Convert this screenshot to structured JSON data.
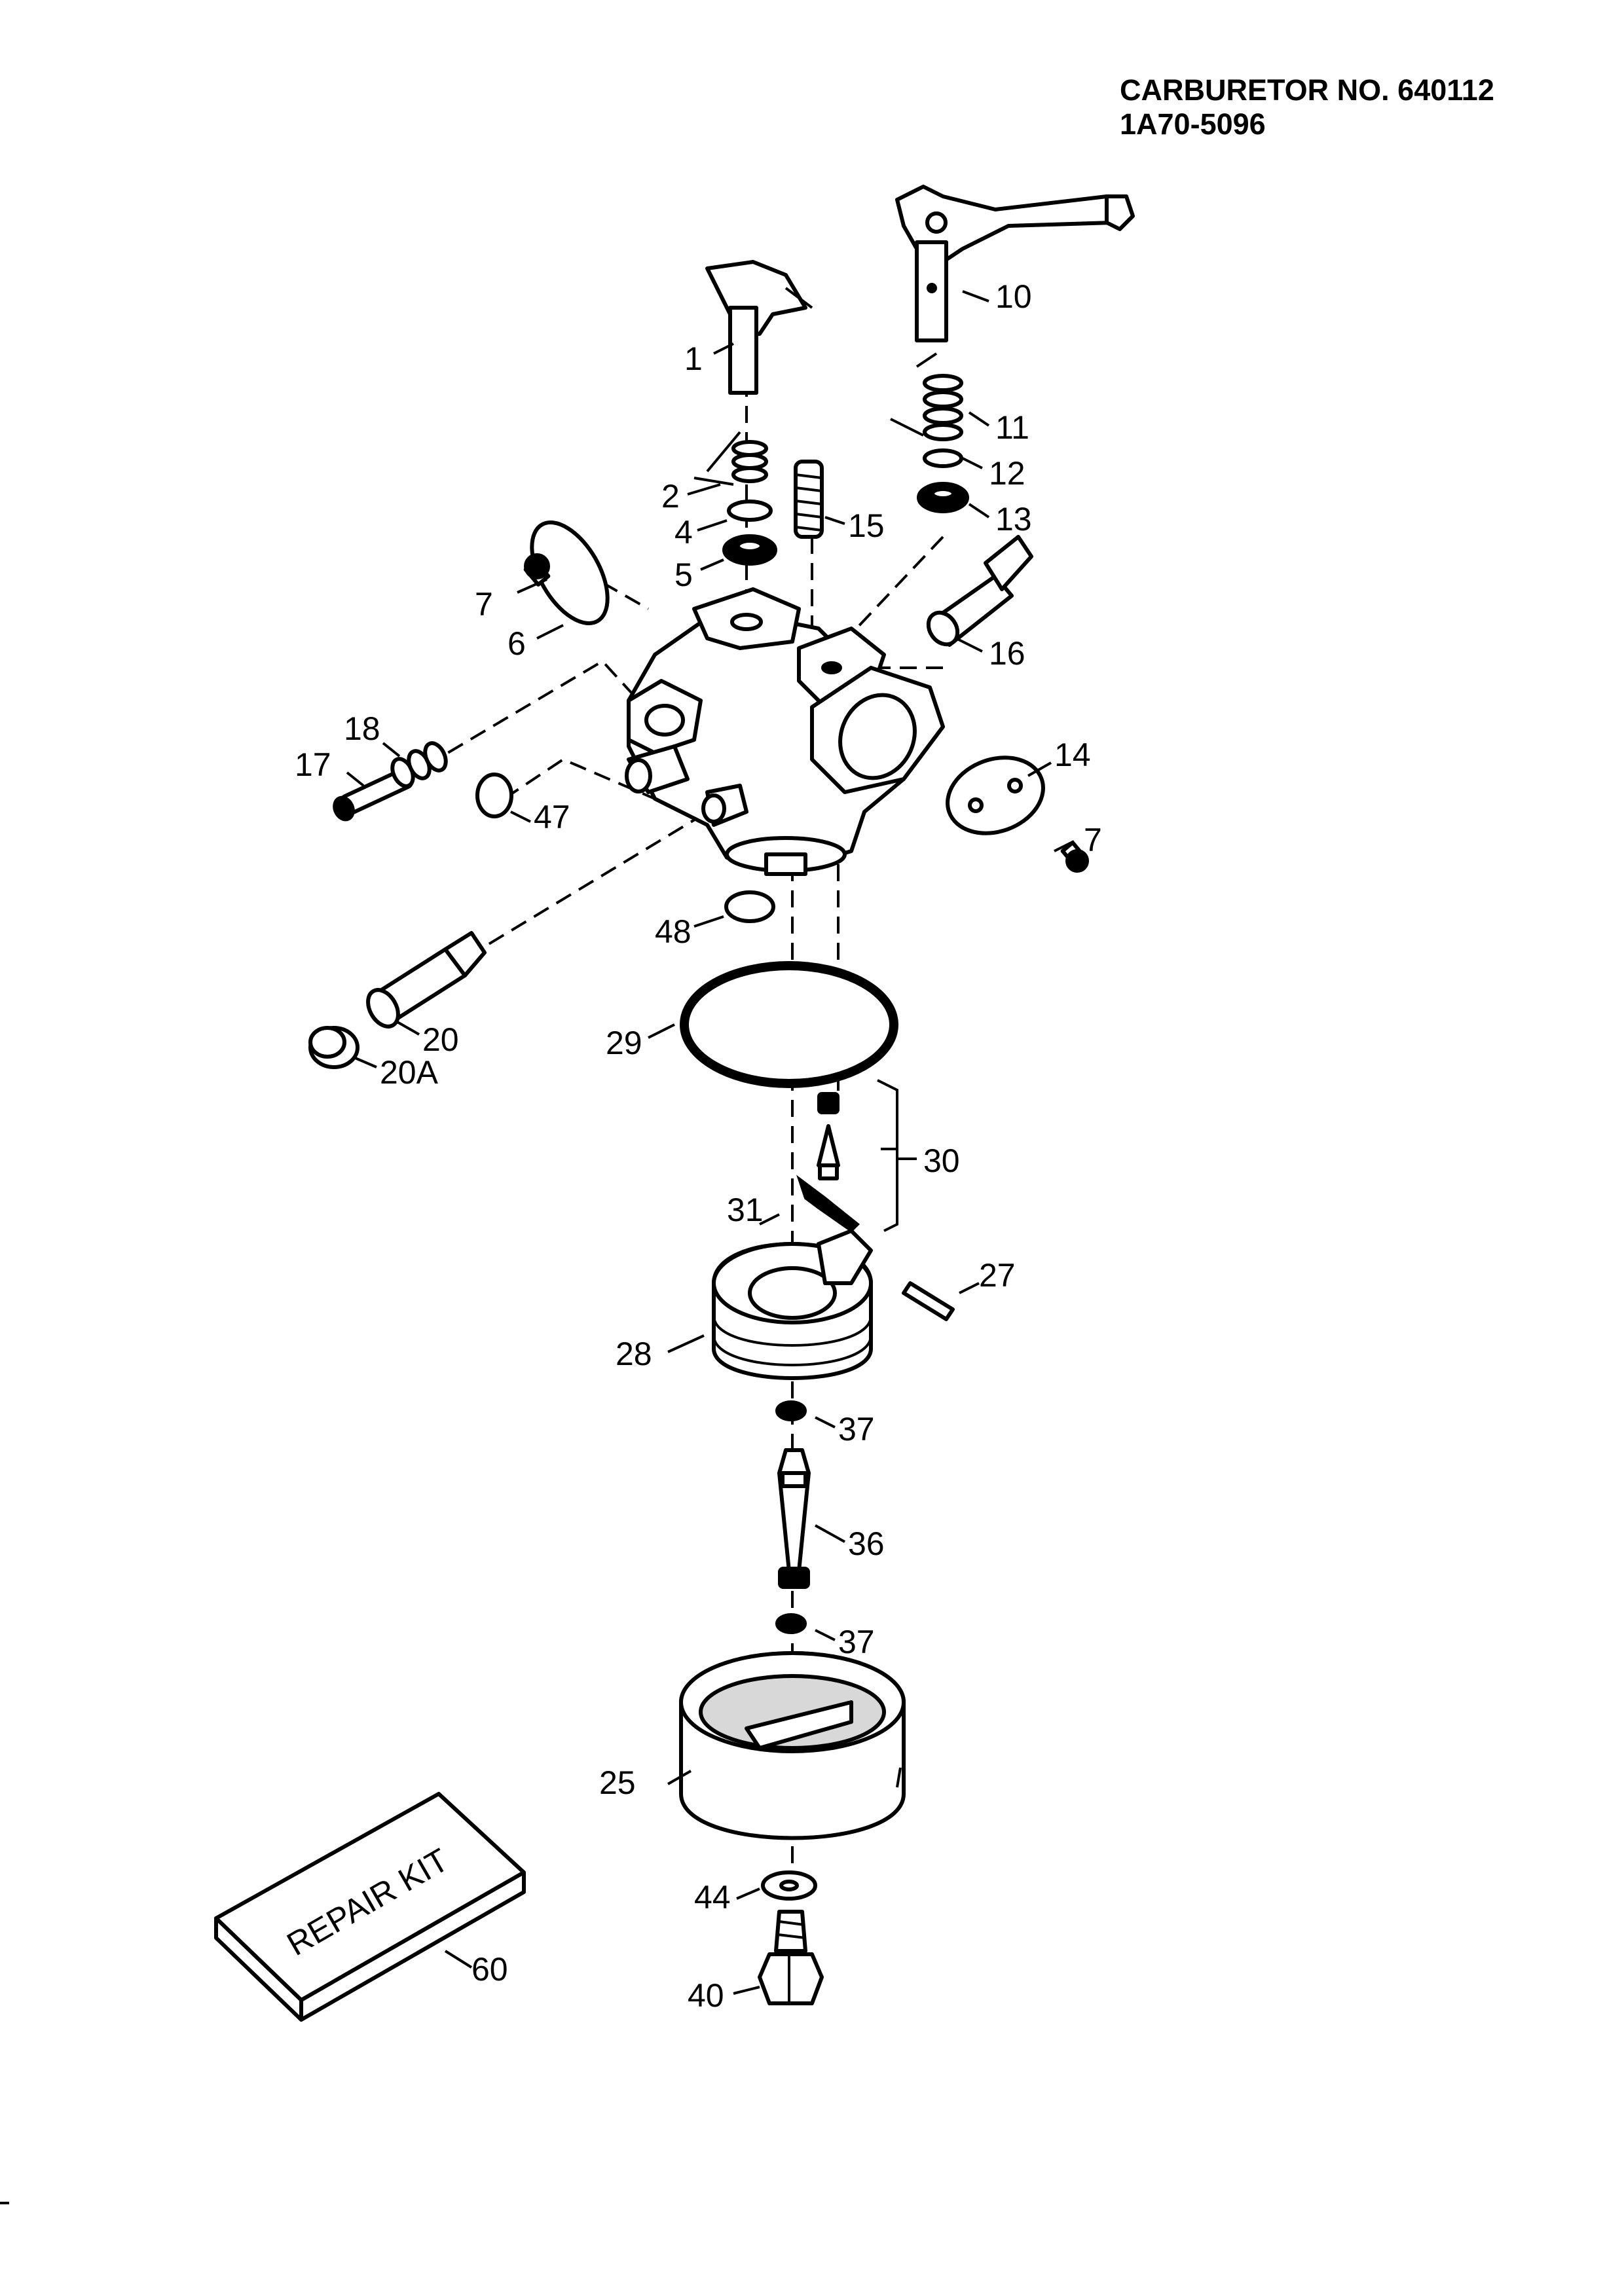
{
  "header": {
    "line1": "CARBURETOR NO. 640112",
    "line2": "1A70-5096"
  },
  "kit": {
    "text": "REPAIR KIT"
  },
  "callouts": {
    "p1": "1",
    "p2": "2",
    "p4": "4",
    "p5": "5",
    "p6": "6",
    "p7a": "7",
    "p7b": "7",
    "p10": "10",
    "p11": "11",
    "p12": "12",
    "p13": "13",
    "p14": "14",
    "p15": "15",
    "p16": "16",
    "p17": "17",
    "p18": "18",
    "p20": "20",
    "p20a": "20A",
    "p25": "25",
    "p27": "27",
    "p28": "28",
    "p29": "29",
    "p30": "30",
    "p31": "31",
    "p36": "36",
    "p37a": "37",
    "p37b": "37",
    "p40": "40",
    "p44": "44",
    "p47": "47",
    "p48": "48",
    "p60": "60"
  }
}
